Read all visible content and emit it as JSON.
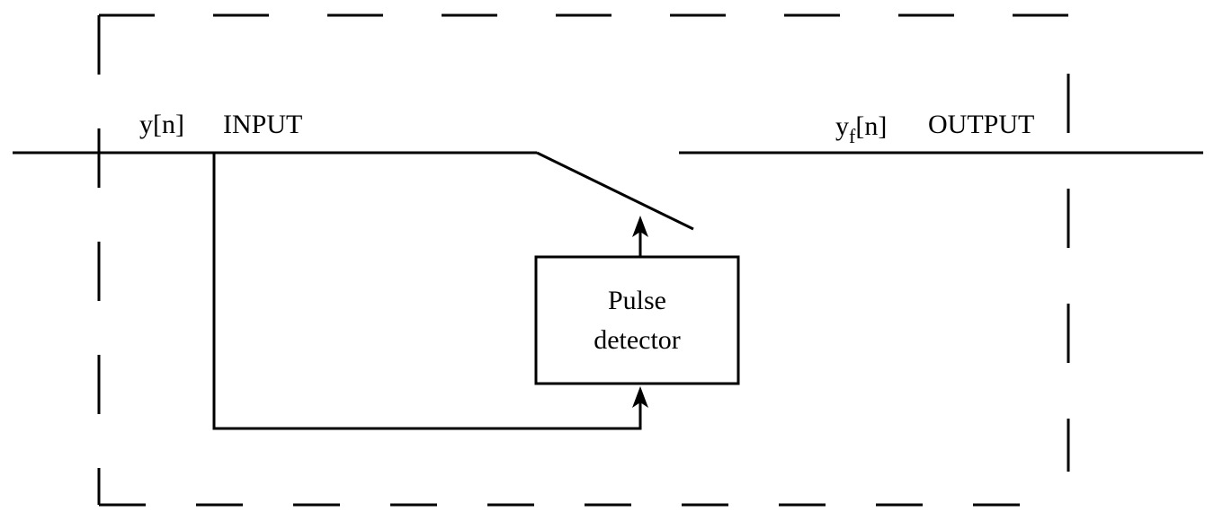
{
  "labels": {
    "input_signal": "y[n]",
    "input_label": "INPUT",
    "output_signal_base": "y",
    "output_signal_sub": "f",
    "output_signal_rest": "[n]",
    "output_label": "OUTPUT"
  },
  "block": {
    "line1": "Pulse",
    "line2": "detector"
  },
  "colors": {
    "stroke": "#000000",
    "background": "#ffffff"
  }
}
